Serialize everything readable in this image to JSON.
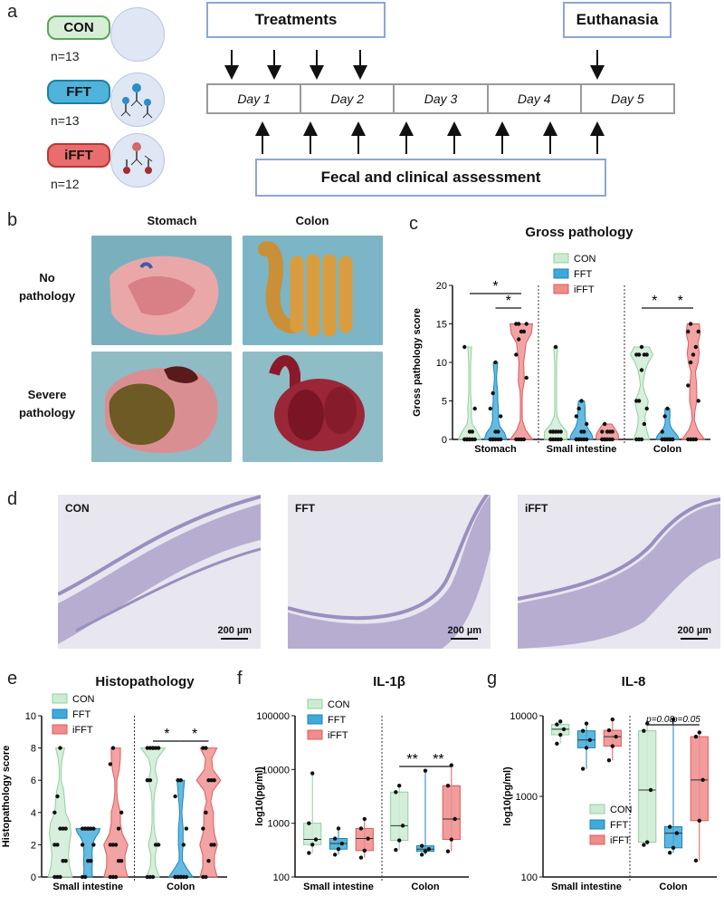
{
  "panel_a": {
    "letter": "a",
    "groups": [
      {
        "name": "CON",
        "n": "n=13",
        "fill": "#d7eed6",
        "border": "#5aa55a"
      },
      {
        "name": "FFT",
        "n": "n=13",
        "fill": "#4fb3db",
        "border": "#1f7ea8"
      },
      {
        "name": "iFFT",
        "n": "n=12",
        "fill": "#e96d6d",
        "border": "#b93636"
      }
    ],
    "treatments_label": "Treatments",
    "euthanasia_label": "Euthanasia",
    "days": [
      "Day 1",
      "Day 2",
      "Day 3",
      "Day 4",
      "Day 5"
    ],
    "assessment_label": "Fecal and clinical assessment"
  },
  "panel_b": {
    "letter": "b",
    "col_labels": [
      "Stomach",
      "Colon"
    ],
    "row_labels": [
      "No pathology",
      "Severe pathology"
    ]
  },
  "panel_d": {
    "letter": "d",
    "labels": [
      "CON",
      "FFT",
      "iFFT"
    ],
    "scale": "200 µm"
  },
  "legend": [
    "CON",
    "FFT",
    "iFFT"
  ],
  "colors": {
    "CON": "#cdebd3",
    "FFT": "#3fa9d9",
    "iFFT": "#ef8c8c",
    "CON_edge": "#8fd19e",
    "FFT_edge": "#1a86b8",
    "iFFT_edge": "#e05a5a"
  },
  "chart_data": [
    {
      "panel": "c",
      "type": "violin",
      "title": "Gross pathology",
      "ylabel": "Gross pathology score",
      "xlabel": "",
      "ylim": [
        0,
        20
      ],
      "yticks": [
        0,
        5,
        10,
        15,
        20
      ],
      "categories": [
        "Stomach",
        "Small intestine",
        "Colon"
      ],
      "series": [
        {
          "name": "CON",
          "values": [
            [
              0,
              0,
              0,
              0,
              0,
              0,
              0,
              1,
              1,
              4,
              12,
              0,
              0
            ],
            [
              0,
              0,
              0,
              0,
              0,
              0,
              1,
              1,
              1,
              1,
              1,
              1,
              12
            ],
            [
              0,
              0,
              0,
              2,
              4,
              5,
              5,
              9,
              11,
              11,
              11,
              11,
              12
            ]
          ]
        },
        {
          "name": "FFT",
          "values": [
            [
              0,
              0,
              0,
              0,
              0,
              0,
              0,
              1,
              1,
              3,
              4,
              6,
              10
            ],
            [
              0,
              0,
              0,
              0,
              0,
              0,
              0,
              1,
              1,
              2,
              3,
              4,
              5
            ],
            [
              0,
              0,
              0,
              0,
              0,
              0,
              0,
              0,
              0,
              0,
              1,
              3,
              4
            ]
          ]
        },
        {
          "name": "iFFT",
          "values": [
            [
              0,
              0,
              0,
              0,
              8,
              11,
              13,
              14,
              14,
              15,
              15,
              15
            ],
            [
              0,
              0,
              0,
              0,
              0,
              0,
              0,
              1,
              1,
              1,
              1,
              2
            ],
            [
              0,
              0,
              0,
              0,
              5,
              7,
              10,
              11,
              12,
              14,
              14,
              15
            ]
          ]
        }
      ],
      "annotations": [
        "*",
        "*",
        "*",
        "*"
      ]
    },
    {
      "panel": "e",
      "type": "violin",
      "title": "Histopathology",
      "ylabel": "Histopathology score",
      "xlabel": "",
      "ylim": [
        0,
        10
      ],
      "yticks": [
        0,
        2,
        4,
        6,
        8,
        10
      ],
      "categories": [
        "Small intestine",
        "Colon"
      ],
      "series": [
        {
          "name": "CON",
          "values": [
            [
              0,
              0,
              0,
              1,
              1,
              2,
              2,
              3,
              3,
              3,
              4,
              5,
              8
            ],
            [
              0,
              0,
              0,
              2,
              2,
              6,
              6,
              8,
              8,
              8,
              8,
              8,
              8
            ]
          ]
        },
        {
          "name": "FFT",
          "values": [
            [
              0,
              0,
              1,
              1,
              2,
              2,
              3,
              3,
              3,
              3,
              3,
              3,
              3
            ],
            [
              0,
              0,
              0,
              0,
              0,
              0,
              0,
              0,
              2,
              3,
              5,
              6,
              6
            ]
          ]
        },
        {
          "name": "iFFT",
          "values": [
            [
              0,
              0,
              0,
              1,
              1,
              2,
              2,
              2,
              3,
              4,
              7,
              8
            ],
            [
              0,
              0,
              1,
              2,
              2,
              3,
              4,
              6,
              6,
              6,
              8,
              8
            ]
          ]
        }
      ],
      "annotations": [
        "*",
        "*"
      ]
    },
    {
      "panel": "f",
      "type": "box",
      "title": "IL-1β",
      "ylabel": "log10(pg/ml)",
      "xlabel": "",
      "scale": "log",
      "ylim": [
        100,
        100000
      ],
      "yticks": [
        100,
        1000,
        10000,
        100000
      ],
      "categories": [
        "Small intestine",
        "Colon"
      ],
      "series": [
        {
          "name": "CON",
          "boxes": [
            {
              "min": 280,
              "q1": 400,
              "median": 500,
              "q3": 1000,
              "max": 8500
            },
            {
              "min": 320,
              "q1": 480,
              "median": 900,
              "q3": 3800,
              "max": 5000
            }
          ]
        },
        {
          "name": "FFT",
          "boxes": [
            {
              "min": 260,
              "q1": 330,
              "median": 420,
              "q3": 520,
              "max": 800
            },
            {
              "min": 260,
              "q1": 300,
              "median": 330,
              "q3": 380,
              "max": 9500
            }
          ]
        },
        {
          "name": "iFFT",
          "boxes": [
            {
              "min": 230,
              "q1": 310,
              "median": 520,
              "q3": 800,
              "max": 1200
            },
            {
              "min": 300,
              "q1": 500,
              "median": 1200,
              "q3": 5000,
              "max": 12000
            }
          ]
        }
      ],
      "annotations": [
        "**",
        "**"
      ]
    },
    {
      "panel": "g",
      "type": "box",
      "title": "IL-8",
      "ylabel": "log10(pg/ml)",
      "xlabel": "",
      "scale": "log",
      "ylim": [
        100,
        10000
      ],
      "yticks": [
        100,
        1000,
        10000
      ],
      "categories": [
        "Small intestine",
        "Colon"
      ],
      "series": [
        {
          "name": "CON",
          "boxes": [
            {
              "min": 4500,
              "q1": 5800,
              "median": 6800,
              "q3": 7800,
              "max": 8500
            },
            {
              "min": 250,
              "q1": 270,
              "median": 1200,
              "q3": 6500,
              "max": 8000
            }
          ]
        },
        {
          "name": "FFT",
          "boxes": [
            {
              "min": 2200,
              "q1": 4000,
              "median": 5000,
              "q3": 6500,
              "max": 8000
            },
            {
              "min": 200,
              "q1": 230,
              "median": 350,
              "q3": 420,
              "max": 9000
            }
          ]
        },
        {
          "name": "iFFT",
          "boxes": [
            {
              "min": 2800,
              "q1": 4200,
              "median": 5500,
              "q3": 6600,
              "max": 9000
            },
            {
              "min": 160,
              "q1": 500,
              "median": 1600,
              "q3": 5500,
              "max": 6200
            }
          ]
        }
      ],
      "annotations": [
        "p=0.08",
        "p=0.05"
      ]
    }
  ]
}
